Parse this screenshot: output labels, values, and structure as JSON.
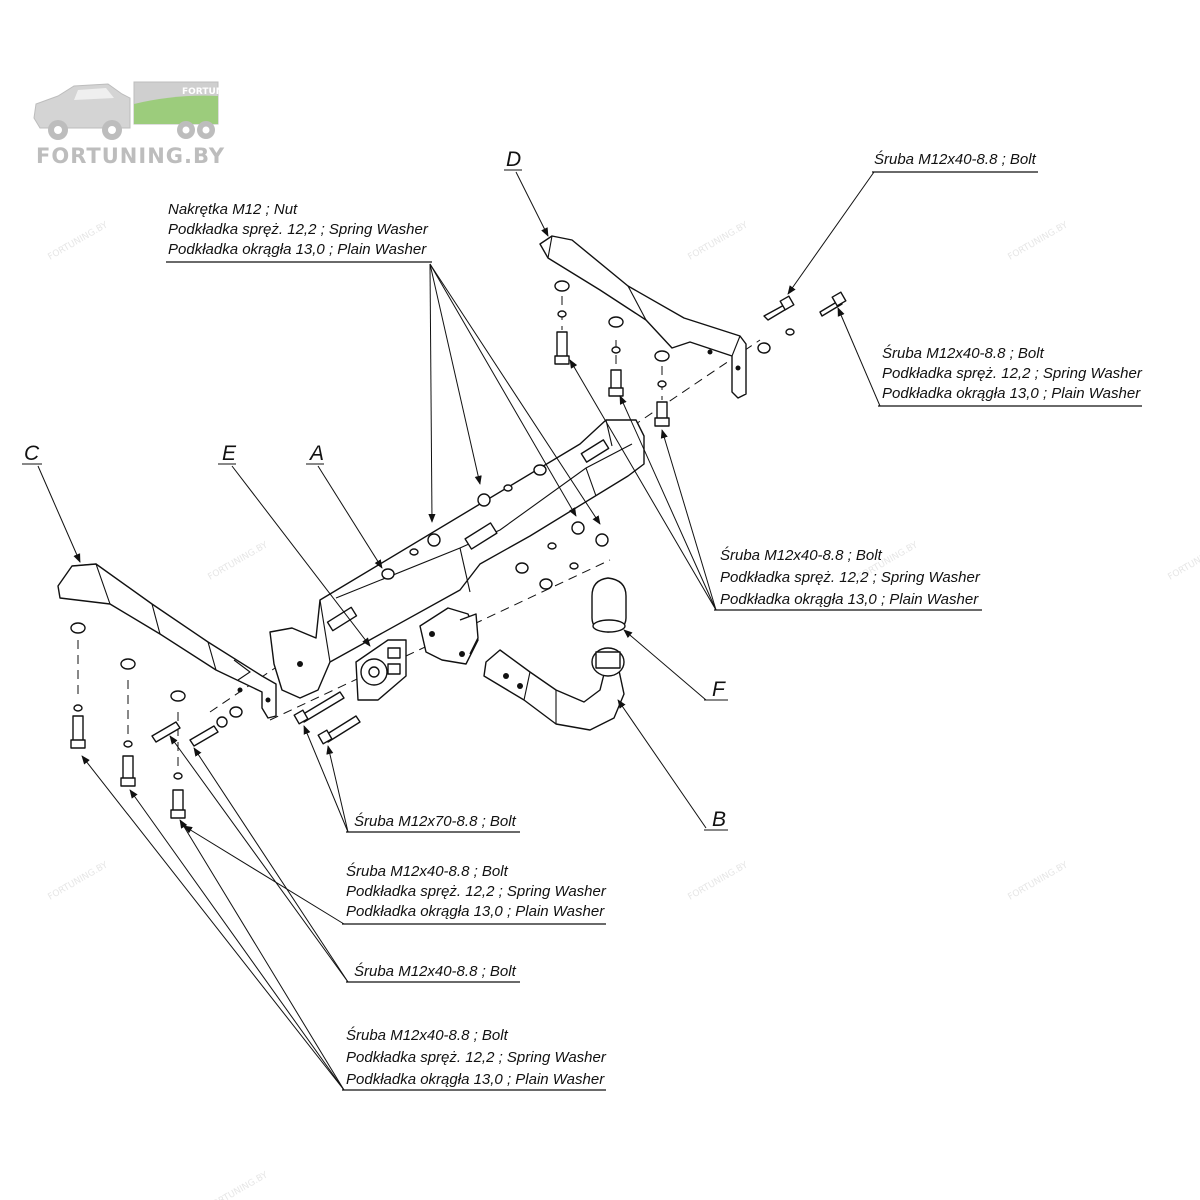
{
  "logo": {
    "name": "FORTUNING.BY",
    "sign": "FORTUNING"
  },
  "parts": {
    "A": "A",
    "B": "B",
    "C": "C",
    "D": "D",
    "E": "E",
    "F": "F"
  },
  "callouts": {
    "top_nut": [
      "Nakrętka  M12 ; Nut",
      "Podkładka spręż. 12,2 ; Spring Washer",
      "Podkładka okrągła 13,0 ; Plain Washer"
    ],
    "top_right_bolt": [
      "Śruba M12x40-8.8 ;  Bolt"
    ],
    "right_bolt_set": [
      "Śruba M12x40-8.8 ;  Bolt",
      "Podkładka spręż. 12,2 ; Spring Washer",
      "Podkładka okrągła 13,0 ; Plain Washer"
    ],
    "mid_right_bolt_set": [
      "Śruba M12x40-8.8 ;  Bolt",
      "Podkładka spręż. 12,2 ; Spring Washer",
      "Podkładka okrągła 13,0 ; Plain Washer"
    ],
    "center_bolt_m12x70": [
      "Śruba M12x70-8.8 ;  Bolt"
    ],
    "lower_bolt_set_1": [
      "Śruba M12x40-8.8 ;  Bolt",
      "Podkładka spręż. 12,2 ; Spring Washer",
      "Podkładka okrągła 13,0 ; Plain Washer"
    ],
    "lower_bolt": [
      "Śruba M12x40-8.8 ;  Bolt"
    ],
    "lower_bolt_set_2": [
      "Śruba M12x40-8.8 ;  Bolt",
      "Podkładka spręż. 12,2 ; Spring Washer",
      "Podkładka okrągła 13,0 ; Plain Washer"
    ]
  }
}
